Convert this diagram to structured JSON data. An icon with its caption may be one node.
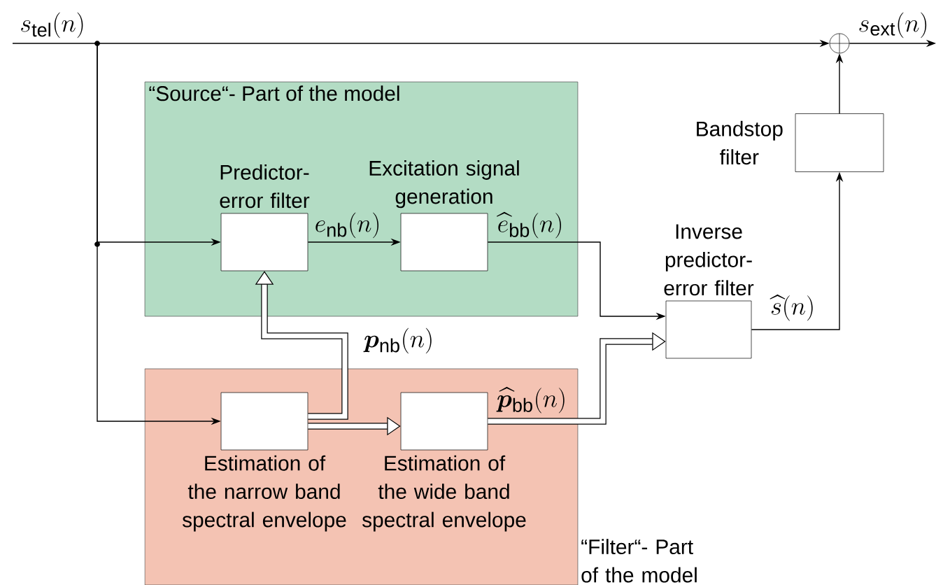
{
  "diagram": {
    "nodes": [
      {
        "text": [
          "“Source“- Part of the model"
        ]
      },
      {
        "text": [
          "Predictor-error filter"
        ],
        "in": 0
      },
      {
        "text": [
          "Excitation signal generation"
        ],
        "in": 0
      },
      {
        "text": [
          "“Filter“- Part of the model"
        ]
      },
      {
        "text": [
          "Estimation of the narrow band spectral envelope"
        ],
        "in": 3
      },
      {
        "text": [
          "Estimation of the wide band spectral envelope"
        ],
        "in": 3
      },
      {
        "text": [
          "Inverse predictor-error filter"
        ]
      },
      {
        "text": [
          "Bandstop filter"
        ]
      },
      {
        "text": [],
        "shape": "circle"
      }
    ],
    "edges": [
      {
        "from": null,
        "to": 8,
        "arrow": "to",
        "label": "s_{\\mathrm{tel}}(n)"
      },
      {
        "from": null,
        "to": 1,
        "arrow": "to"
      },
      {
        "from": null,
        "to": 4,
        "arrow": "to"
      },
      {
        "from": 1,
        "to": 2,
        "arrow": "to",
        "label": "e_{\\mathrm{nb}}(n)"
      },
      {
        "from": 2,
        "to": 6,
        "arrow": "to",
        "label": "\\widehat{e}_{\\mathrm{bb}}(n)"
      },
      {
        "from": 4,
        "to": 1,
        "arrow": "to",
        "style": "thick",
        "label": "\\boldsymbol{p}_{\\mathrm{nb}}(n)"
      },
      {
        "from": 4,
        "to": 5,
        "arrow": "to",
        "style": "thick"
      },
      {
        "from": 5,
        "to": 6,
        "arrow": "to",
        "style": "thick",
        "label": "\\widehat{\\boldsymbol{p}}_{\\mathrm{bb}}(n)"
      },
      {
        "from": 6,
        "to": 7,
        "arrow": "to",
        "label": "\\widehat{s}(n)"
      },
      {
        "from": 7,
        "to": 8,
        "arrow": "to"
      },
      {
        "from": 8,
        "to": null,
        "arrow": "to",
        "label": "s_{\\mathrm{ext}}(n)"
      }
    ]
  }
}
